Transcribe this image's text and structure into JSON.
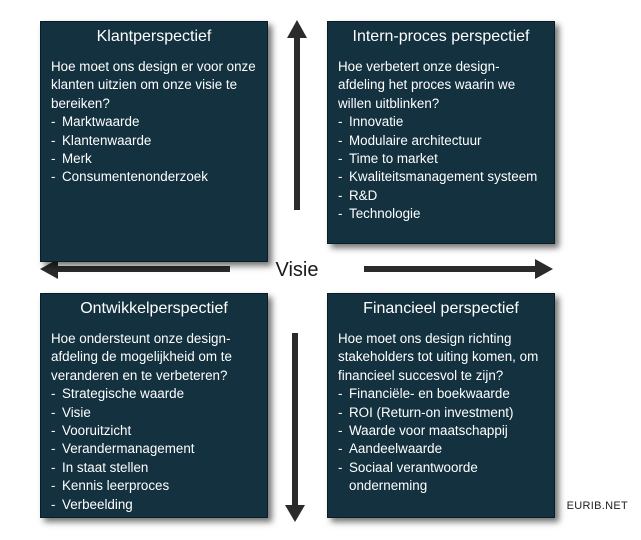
{
  "center": {
    "label": "Visie"
  },
  "credit": "EURIB.NET",
  "colors": {
    "box_fill": "#13313f",
    "box_text": "#ffffff",
    "arrow": "#2b2b2b"
  },
  "quadrants": {
    "top_left": {
      "title": "Klantperspectief",
      "question": "Hoe moet ons design er voor onze klanten uitzien om onze visie te bereiken?",
      "items": [
        "Marktwaarde",
        "Klantenwaarde",
        "Merk",
        "Consumentenonderzoek"
      ]
    },
    "top_right": {
      "title": "Intern-proces perspectief",
      "question": "Hoe verbetert onze design-afdeling het proces waarin we willen uitblinken?",
      "items": [
        "Innovatie",
        "Modulaire architectuur",
        "Time to market",
        "Kwaliteitsmanagement systeem",
        "R&D",
        "Technologie"
      ]
    },
    "bottom_left": {
      "title": "Ontwikkelperspectief",
      "question": "Hoe ondersteunt onze design-afdeling de mogelijkheid om te veranderen en te verbeteren?",
      "items": [
        "Strategische waarde",
        "Visie",
        "Vooruitzicht",
        "Verandermanagement",
        "In staat stellen",
        "Kennis leerproces",
        "Verbeelding"
      ]
    },
    "bottom_right": {
      "title": "Financieel perspectief",
      "question": "Hoe moet ons design richting stakeholders tot uiting komen, om financieel succesvol te zijn?",
      "items": [
        "Financiële- en boekwaarde",
        "ROI (Return-on investment)",
        "Waarde voor maatschappij",
        "Aandeelwaarde",
        "Sociaal verantwoorde onderneming"
      ]
    }
  }
}
